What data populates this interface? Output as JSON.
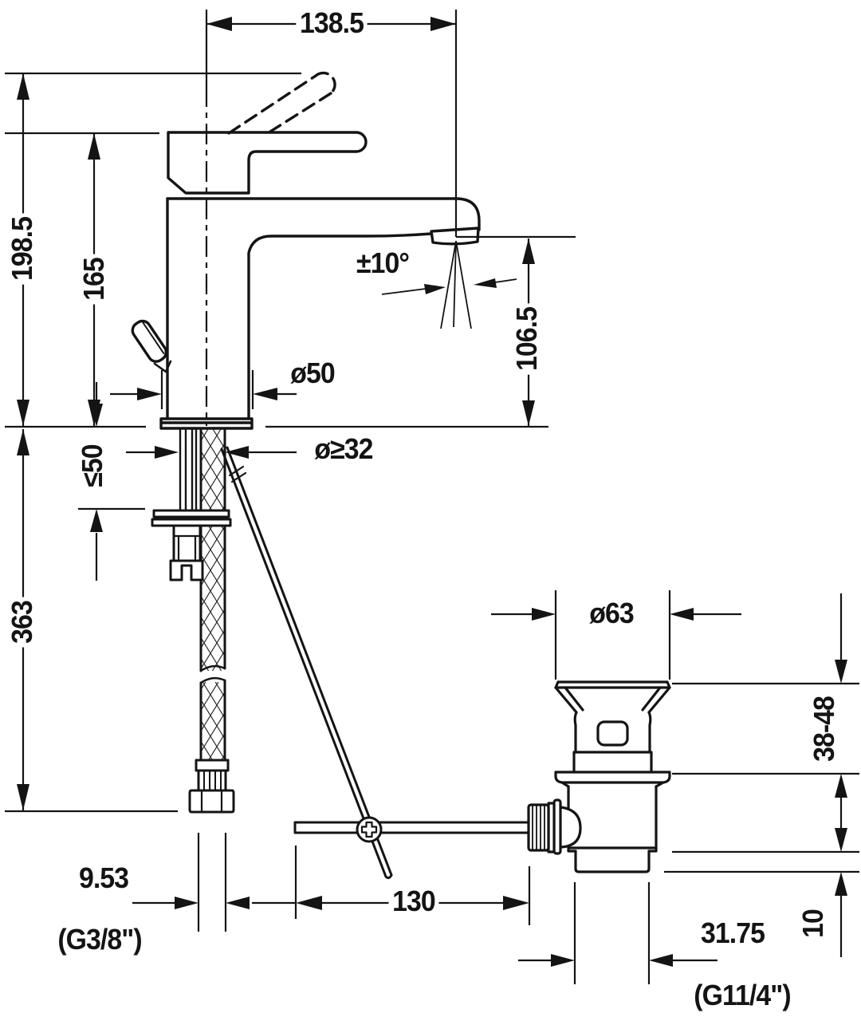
{
  "drawing": {
    "type": "faucet-installation-technical-drawing",
    "units": "mm",
    "labels": {
      "spout_reach": "138.5",
      "overall_height": "198.5",
      "handle_height": "165",
      "aerator_angle": "±10°",
      "spout_height": "106.5",
      "base_diameter": "ø50",
      "hole_diameter": "ø≥32",
      "deck_thickness": "≤50",
      "hose_length": "363",
      "drain_flange_diameter": "ø63",
      "basin_mount_range": "38-48",
      "hose_connector": "9.53",
      "hose_thread": "(G3/8\")",
      "rod_reach": "130",
      "tailpiece_diameter": "31.75",
      "tailpiece_step": "10",
      "drain_thread": "(G11/4\")"
    },
    "line_color": "#141414",
    "background": "#ffffff"
  }
}
